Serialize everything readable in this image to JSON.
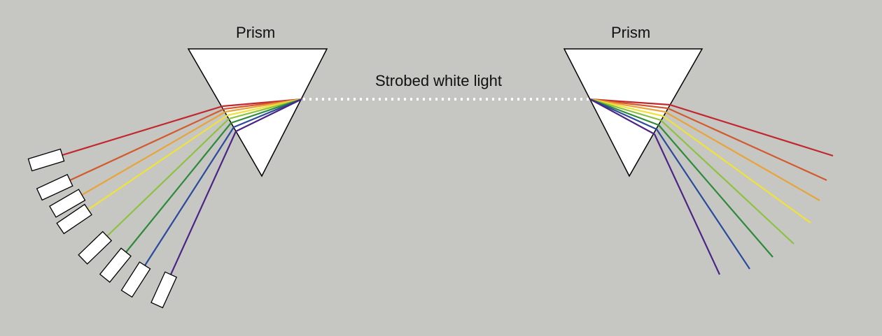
{
  "labels": {
    "prism_left": "Prism",
    "prism_right": "Prism",
    "light": "Strobed white light"
  },
  "spectrum_colors": [
    "#c1272d",
    "#d35a2e",
    "#e8a43a",
    "#f0e23a",
    "#8cc23f",
    "#2e8a3a",
    "#2c4a9c",
    "#4b2585"
  ],
  "prism_fill": "#ffffff",
  "stroke_color": "#000000",
  "beam_color": "#ffffff"
}
